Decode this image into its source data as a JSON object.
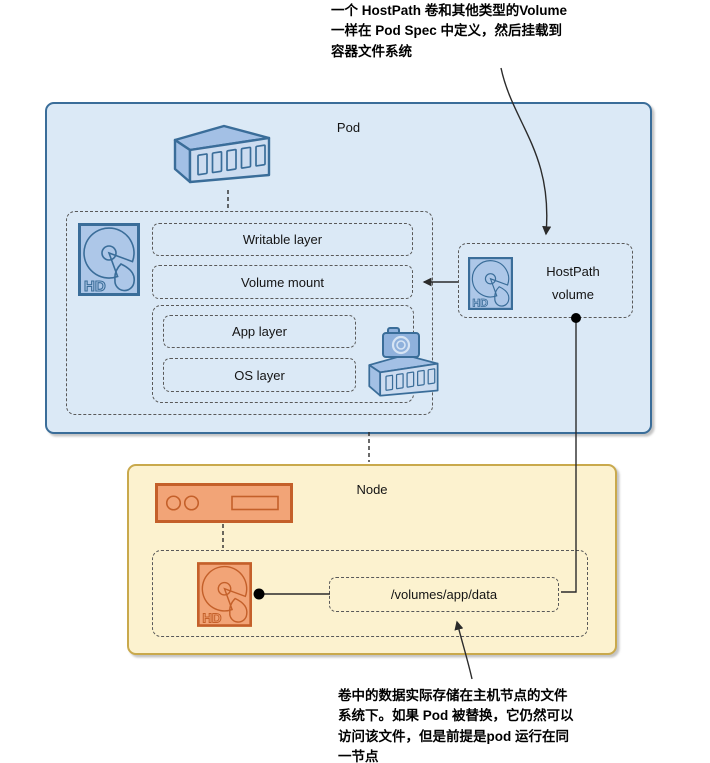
{
  "annotations": {
    "top": {
      "line1": "一个 HostPath 卷和其他类型的Volume",
      "line2": "一样在 Pod Spec 中定义，然后挂载到",
      "line3": "容器文件系统"
    },
    "bottom": {
      "line1": "卷中的数据实际存储在主机节点的文件",
      "line2": "系统下。如果 Pod 被替换，它仍然可以",
      "line3": "访问该文件，但是前提是pod 运行在同",
      "line4": "一节点"
    }
  },
  "pod": {
    "title": "Pod",
    "writable_layer": "Writable layer",
    "volume_mount": "Volume mount",
    "app_layer": "App layer",
    "os_layer": "OS layer"
  },
  "hostpath_volume": {
    "line1": "HostPath",
    "line2": "volume"
  },
  "node": {
    "title": "Node",
    "host_path": "/volumes/app/data"
  },
  "hd_label": "HD",
  "colors": {
    "pod_fill": "#dbe9f6",
    "pod_border": "#3a6d99",
    "node_fill": "#fcf2cf",
    "node_border": "#c9a94c",
    "blue_icon_fill": "#adc7e8",
    "blue_icon_stroke": "#3a6d99",
    "blue_icon_front": "#ccdcf0",
    "orange_icon_fill": "#f2a477",
    "orange_icon_stroke": "#c4602a",
    "dashed_border": "#595959",
    "connector": "#2b2b2b"
  }
}
